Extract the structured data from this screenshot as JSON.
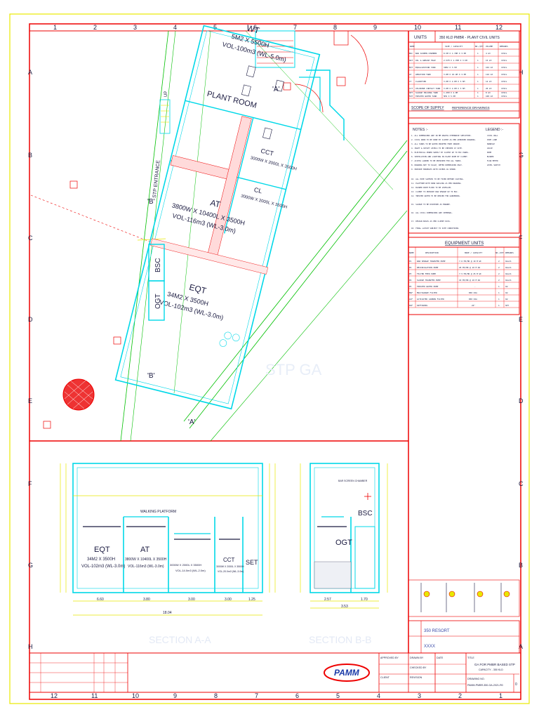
{
  "border_numbers_top": [
    "1",
    "2",
    "3",
    "4",
    "5",
    "6",
    "7",
    "8",
    "9",
    "10",
    "11",
    "12"
  ],
  "border_numbers_bottom": [
    "12",
    "11",
    "10",
    "9",
    "8",
    "7",
    "6",
    "5",
    "4",
    "3",
    "2",
    "1"
  ],
  "border_letters_left": [
    "A",
    "B",
    "C",
    "D",
    "E",
    "F",
    "G",
    "H"
  ],
  "border_letters_right": [
    "H",
    "G",
    "F",
    "E",
    "D",
    "C",
    "B",
    "A"
  ],
  "plan": {
    "tank_top": "WT",
    "tank_top_dims": "5M2 X 5500H",
    "tank_top_vol": "VOL-100m3 (WL-5.0m)",
    "plant_room": "PLANT ROOM",
    "at_label": "AT",
    "at_dims": "3800W X 10400L X 3500H",
    "at_vol": "VOL-116m3 (WL-3.0m)",
    "eqt_label": "EQT",
    "eqt_dims": "34M2 X 3500H",
    "eqt_vol": "VOL-102m3 (WL-3.0m)",
    "bsc": "BSC",
    "ogt": "OGT",
    "cct": "CCT",
    "cct_dims": "3000W X 2000L X 3500H",
    "cl": "CL",
    "cl_dims": "3000W X 2000L X 3500H",
    "mark_a": "'A'",
    "mark_a2": "'A'",
    "mark_b": "'B'",
    "mark_b2": "'B'",
    "stair": "UP",
    "side_label": "STP ENTRANCE",
    "watermark": "STP GA"
  },
  "section_aa": {
    "title": "SECTION A-A",
    "platform": "WALKING PLATFORM",
    "eqt": "EQT",
    "eqt_dims": "34M2 X 3500H",
    "eqt_vol": "VOL-102m3 (WL-3.0m)",
    "at": "AT",
    "at_dims": "3800W X 10400L X 3500H",
    "at_vol": "VOL-116m3 (WL-3.0m)",
    "mid_dims": "3000W X 2000L X 3500H",
    "mid_vol": "VOL-14.0m3 (WL-2.0m)",
    "cct": "CCT",
    "cct_dims": "3000W X 2000L X 3500H",
    "cct_vol": "VOL-20.0m3 (WL-3.0m)",
    "set": "SET",
    "dims": [
      "6.60",
      "3.80",
      "3.00",
      "3.00",
      "1.25"
    ],
    "total": "18.04"
  },
  "section_bb": {
    "title": "SECTION B-B",
    "bsc": "BSC",
    "ogt": "OGT",
    "note": "BAR SCREEN CHAMBER",
    "dims": [
      "2.57",
      "1.70"
    ],
    "total": "3.53"
  },
  "units_table": {
    "header_left": "UNITS",
    "header_right": "350 KLD PMBR - PLANT CIVIL UNITS",
    "cols": [
      "NAME",
      "SIZE / CAPACITY",
      "NO./QTY",
      "VOLUME",
      "REMARKS"
    ],
    "rows": [
      [
        "BSC",
        "BAR SCREEN CHAMBER",
        "0.5M X 1.70M X 3.5M",
        "1",
        "4 m3",
        "CIVIL"
      ],
      [
        "OGT",
        "OIL & GREASE TRAP",
        "2.57M X 1.70M X 3.5M",
        "1",
        "15 m3",
        "CIVIL"
      ],
      [
        "EQT",
        "EQUALIZATION TANK",
        "34M2 X 3.5M",
        "1",
        "102 m3",
        "CIVIL"
      ],
      [
        "AT",
        "AERATION TANK",
        "3.8M X 10.4M X 3.5M",
        "1",
        "116 m3",
        "CIVIL"
      ],
      [
        "CT",
        "CLARIFIER",
        "3.0M X 2.0M X 3.5M",
        "1",
        "14 m3",
        "CIVIL"
      ],
      [
        "CCT",
        "CHLORINE CONTACT TANK",
        "3.0M X 2.0M X 3.5M",
        "1",
        "20 m3",
        "CIVIL"
      ],
      [
        "SET",
        "SLUDGE HOLDING TANK",
        "1.25M X 2.0M",
        "1",
        "8 m3",
        "CIVIL"
      ],
      [
        "TWT",
        "TREATED WATER TANK",
        "5M2 X 5.5M",
        "1",
        "100 m3",
        "CIVIL"
      ]
    ],
    "scope": "SCOPE OF SUPPLY",
    "ref": "REFERENCE DRAWINGS"
  },
  "notes": {
    "title": "NOTES :-",
    "legend_title": "LEGEND :-",
    "lines": [
      "1. ALL DIMENSIONS ARE IN MM UNLESS OTHERWISE SPECIFIED.",
      "2. CIVIL WORK TO BE DONE BY CLIENT AS PER APPROVED DRAWING.",
      "3. ALL TANKS TO BE WATER PROOFED FROM INSIDE.",
      "4. INLET & OUTLET LEVELS TO BE CHECKED AT SITE.",
      "5. ELECTRICAL POWER SUPPLY BY CLIENT UP TO MCC PANEL.",
      "6. VENTILATION AND LIGHTING IN PLANT ROOM BY CLIENT.",
      "7. ACCESS LADDER TO BE PROVIDED FOR ALL TANKS.",
      "8. DRAWING NOT TO SCALE, REFER DIMENSIONS ONLY.",
      "9. PROVIDE MANHOLES WITH COVERS AS SHOWN.",
      "10. ALL PIPE SLEEVES TO BE FIXED BEFORE CASTING.",
      "11. PLATFORM WITH HAND RAILING AS PER DRAWING.",
      "12. BLOWER ROOM FLOOR TO BE LEVELLED.",
      "13. CLIENT TO PROVIDE RAW SEWAGE UP TO BSC.",
      "14. TREATED WATER TO BE REUSED FOR GARDENING.",
      "15. SLUDGE TO BE DISPOSED AS MANURE.",
      "16. ALL CIVIL DIMENSIONS ARE INTERNAL.",
      "17. DESIGN BASIS AS PER CLIENT DATA.",
      "18. FINAL LAYOUT SUBJECT TO SITE CONDITIONS."
    ],
    "legend": [
      "CIVIL WALL",
      "PIPE LINE",
      "MANHOLE",
      "VALVE",
      "PUMP",
      "BLOWER",
      "FLOW METER",
      "LEVEL SWITCH"
    ]
  },
  "equipment_table": {
    "title": "EQUIPMENT UNITS",
    "cols": [
      "NAME",
      "DESCRIPTION",
      "MAKE / CAPACITY",
      "NO./QTY",
      "REMARKS"
    ],
    "rows": [
      [
        "P1",
        "RAW SEWAGE TRANSFER PUMP",
        "7.6 M3/HR @ 10 M WC",
        "2",
        "1W+1S"
      ],
      [
        "P2",
        "RECIRCULATION PUMP",
        "20 M3/HR @ 10 M WC",
        "2",
        "1W+1S"
      ],
      [
        "P3",
        "FILTER FEED PUMP",
        "7.5 M3/HR @ 25 M WC",
        "2",
        "1W+1S"
      ],
      [
        "P4",
        "SLUDGE TRANSFER PUMP",
        "10 M3/HR @ 10 M WC",
        "2",
        "1W+1S"
      ],
      [
        "P5",
        "TREATED WATER PUMP",
        "-",
        "1",
        "1W"
      ],
      [
        "MGF",
        "MULTIGRADE FILTER",
        "850 DIA",
        "1",
        "1W"
      ],
      [
        "ACF",
        "ACTIVATED CARBON FILTER",
        "850 DIA",
        "1",
        "1W"
      ],
      [
        "DIF",
        "DIFFUSERS",
        "24\"",
        "1",
        "SET"
      ]
    ]
  },
  "revision_row1": "350 RESORT",
  "revision_row2": "XXXX",
  "title_block": {
    "logo": "PAMM",
    "approved": "APPROVED BY",
    "drawn": "DRAWN BY",
    "checked": "CHECKED BY",
    "date": "DATE",
    "title_label": "TITLE",
    "title": "GA FOR PMBR BASED STP",
    "subtitle": "CAPACITY - 350 KLD",
    "drg_no_label": "DRAWING NO.",
    "drg_no": "PAMM-PMBR-350-GA-2021-R0",
    "rev": "0",
    "client_label": "CLIENT",
    "revision_label": "REVISION"
  },
  "colors": {
    "frame": "#ee0000",
    "wall": "#00d8e8",
    "green": "#00c000",
    "yellow": "#e8e800",
    "hatch": "#ee0000",
    "text": "#1a1a40"
  }
}
